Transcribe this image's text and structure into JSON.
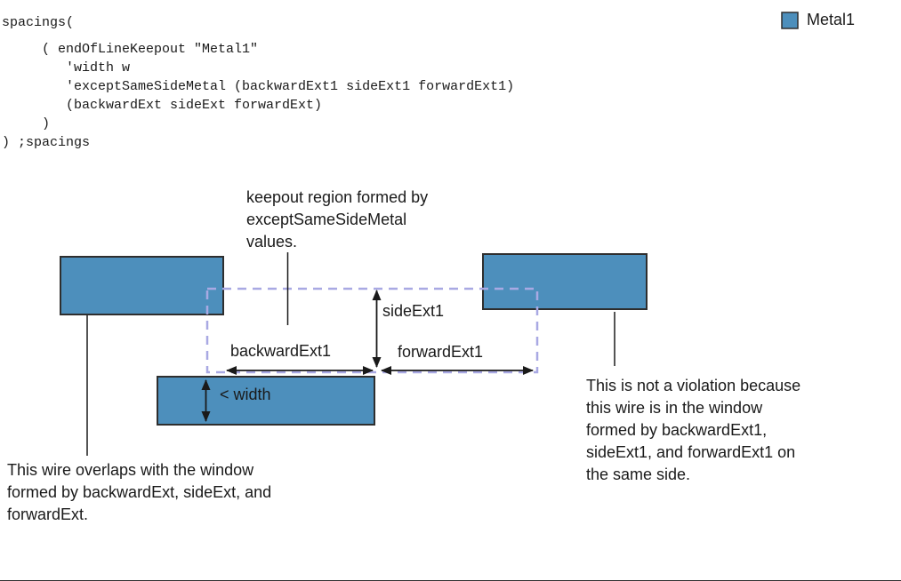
{
  "code": {
    "lines": [
      "spacings(",
      "     ( endOfLineKeepout \"Metal1\"",
      "        'width w",
      "        'exceptSameSideMetal (backwardExt1 sideExt1 forwardExt1)",
      "        (backwardExt sideExt forwardExt)",
      "     )",
      ") ;spacings"
    ]
  },
  "legend": {
    "label": "Metal1"
  },
  "diagram": {
    "labels": {
      "keepout_note": "keepout region formed by\nexceptSameSideMetal\nvalues.",
      "side_ext1": "sideExt1",
      "backward_ext1": "backwardExt1",
      "forward_ext1": "forwardExt1",
      "width": "< width",
      "left_note": "This wire overlaps with the window\nformed by backwardExt, sideExt, and\nforwardExt.",
      "right_note": "This is not a violation because\nthis wire is in the window\nformed by backwardExt1,\nsideExt1, and forwardExt1 on\nthe same side."
    },
    "colors": {
      "wire_fill": "#4D8FBC",
      "wire_border": "#2E2E2E",
      "keepout_dash": "#A9A9E3",
      "arrow": "#1A1A1A",
      "leader": "#1A1A1A",
      "leader_gray": "#555555"
    }
  }
}
